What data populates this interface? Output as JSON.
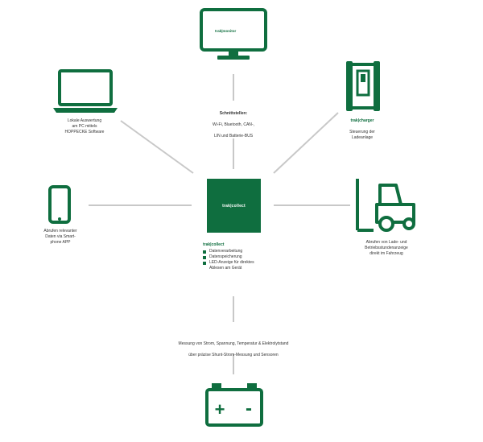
{
  "colors": {
    "accent": "#0f6e3f",
    "line": "#c8c8c8"
  },
  "hub": {
    "label": "trak|collect"
  },
  "monitor": {
    "screen_label": "trak|monitor"
  },
  "interfaces": {
    "title": "Schnittstellen:",
    "line1": "Wi-Fi, Bluetooth, CAN-,",
    "line2": "LIN und Batterie-BUS"
  },
  "laptop": {
    "caption": "Lokale Auswertung\nam PC mittels\nHOPPECKE Software"
  },
  "charger": {
    "label": "trak|charger",
    "caption": "Steuerung der\nLadeanlage"
  },
  "phone": {
    "caption": "Abrufen relevanter\nDaten via Smart-\nphone APP"
  },
  "forklift": {
    "caption": "Abrufen von Lade- und\nBetriebsstundenanzeige\ndirekt im Fahrzeug"
  },
  "features": {
    "heading": "trak|collect",
    "items": [
      "Datenverarbeitung",
      "Datenspeicherung",
      "LED-Anzeige für direktes\nAblesen am Gerät"
    ]
  },
  "measurement": {
    "line1": "Messung von Strom, Spannung, Temperatur & Elektrolytstand",
    "line2": "über präzise Shunt-Strom-Messung und Sensoren"
  },
  "battery": {
    "plus": "+",
    "minus": "-"
  }
}
